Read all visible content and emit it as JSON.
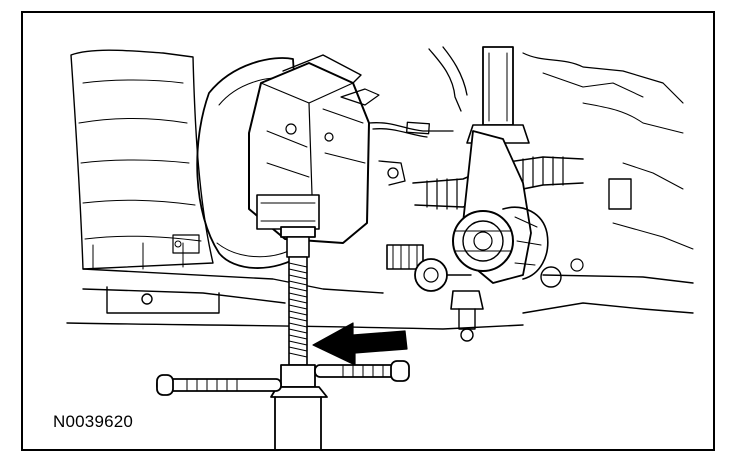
{
  "figure": {
    "reference_code": "N0039620",
    "line_color": "#000000",
    "background": "#ffffff"
  },
  "parts": {
    "caliper": "brake-caliper",
    "rotor": "brake-rotor",
    "halfshaft": "cv-halfshaft",
    "knuckle": "steering-knuckle",
    "tie_rod": "tie-rod-end",
    "strut": "strut-assembly",
    "tool_screw": "forcing-screw",
    "tool_handle": "tool-t-handle",
    "direction_arrow": "arrow-left"
  }
}
